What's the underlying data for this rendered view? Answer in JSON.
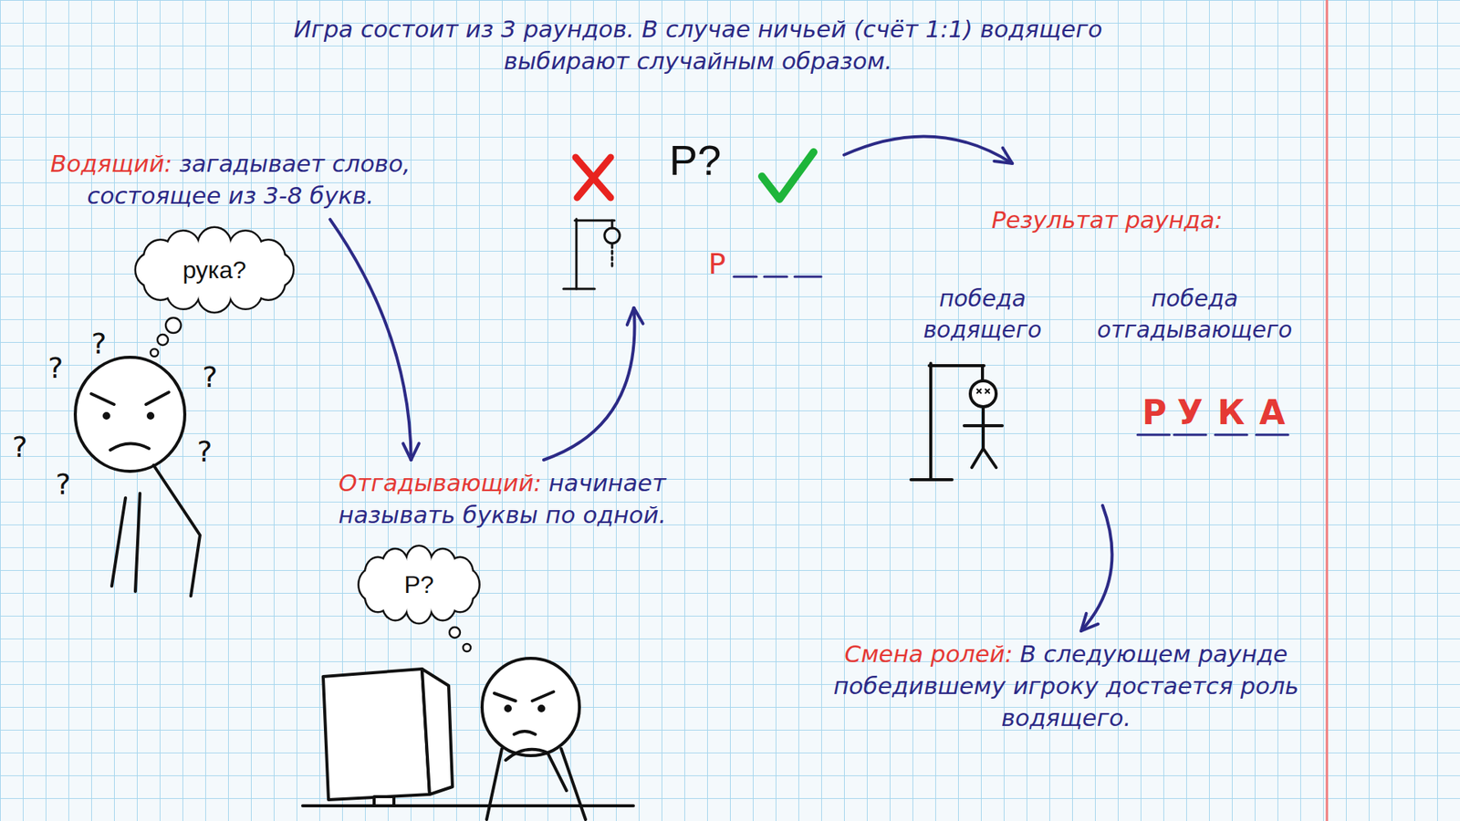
{
  "diagram": {
    "title": "Игра состоит из 3 раундов. В случае ничьей (счёт 1:1) водящего выбирают случайным образом.",
    "nodes": [
      {
        "text": [
          "Водящий:",
          "загадывает слово, состоящее из 3-8 букв."
        ]
      },
      {
        "text": [
          "Р?"
        ]
      },
      {
        "text": [
          "Результат раунда:"
        ]
      },
      {
        "text": [
          "победа водящего"
        ],
        "in": 2
      },
      {
        "text": [
          "победа отгадывающего"
        ],
        "in": 2
      },
      {
        "text": [
          "рука?"
        ]
      },
      {
        "text": [
          "Отгадывающий:",
          "начинает называть буквы по одной."
        ]
      },
      {
        "text": [
          "Р?"
        ]
      },
      {
        "text": [
          "Смена ролей:",
          "В следующем раунде победившему игроку достается роль водящего."
        ]
      }
    ],
    "edges": [
      {
        "from": 0,
        "to": 6,
        "arrow": "to"
      },
      {
        "from": 6,
        "to": 1,
        "arrow": "to"
      },
      {
        "from": 1,
        "to": 2,
        "arrow": "to"
      },
      {
        "from": 2,
        "to": 8,
        "arrow": "to"
      }
    ],
    "labels": [
      "Р",
      "?",
      "?",
      "?",
      "?",
      "?",
      "?",
      "Р",
      "У",
      "К",
      "А"
    ]
  }
}
